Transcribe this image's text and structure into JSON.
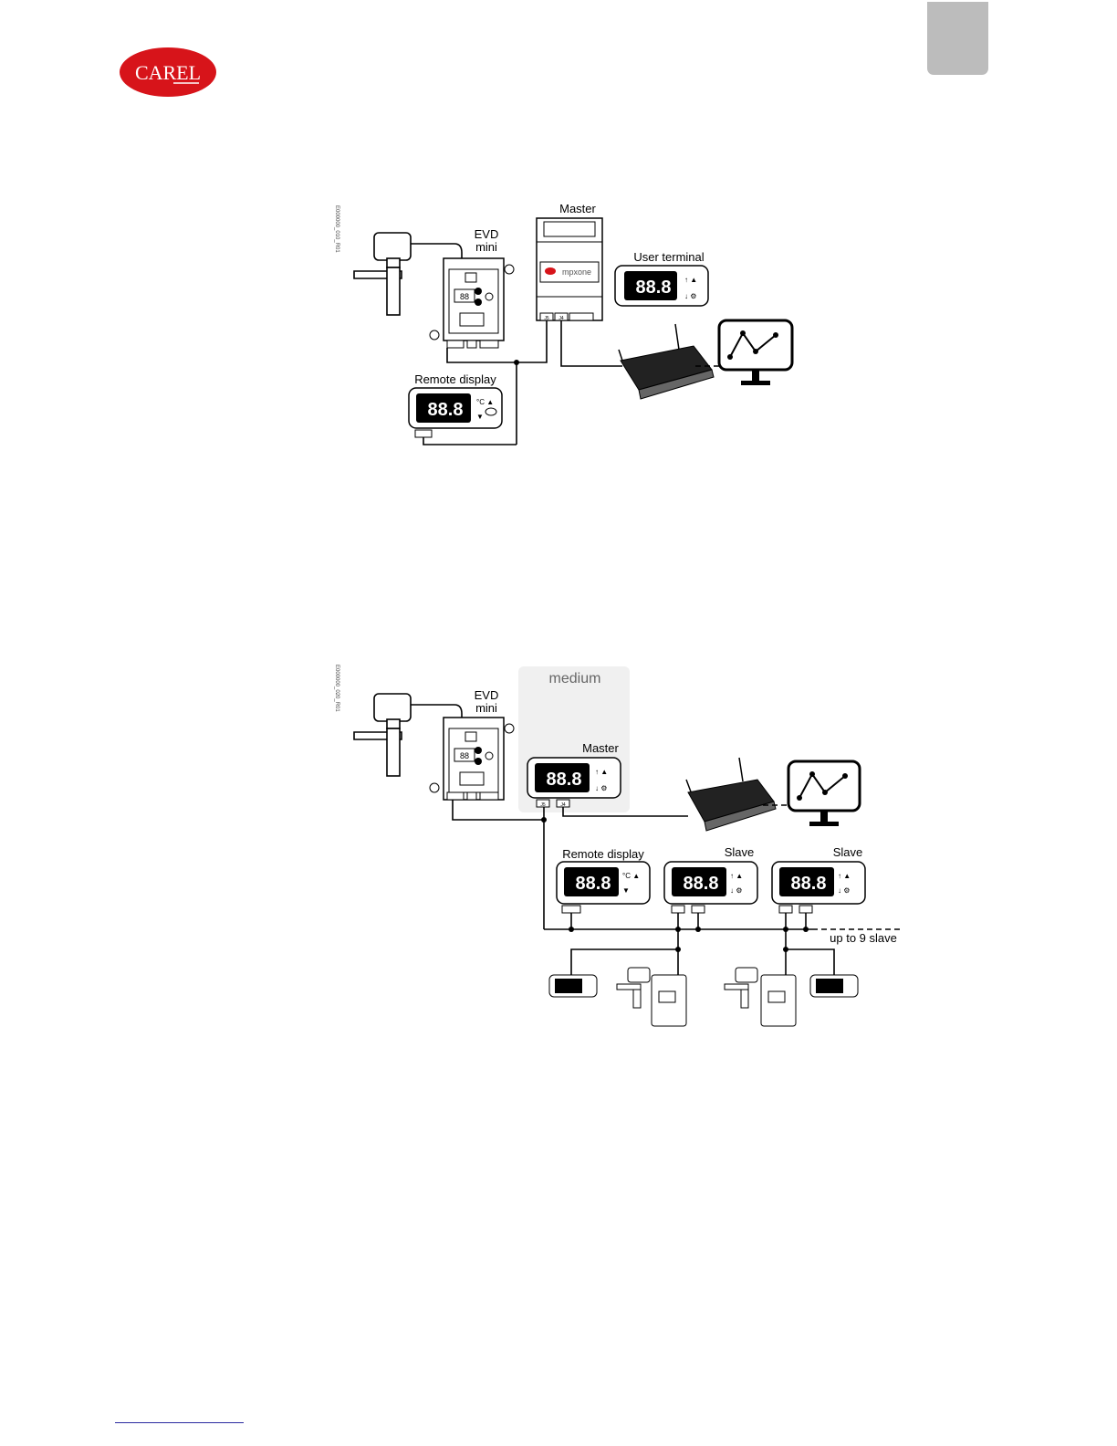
{
  "brand": {
    "logo_text": "CAREL",
    "color": "#d7141a"
  },
  "diagram1": {
    "labels": {
      "master": "Master",
      "evd": "EVD",
      "evd_sub": "mini",
      "user_terminal": "User terminal",
      "remote_display": "Remote display",
      "controller_brand": "mpxone",
      "display_digits": "88.8",
      "evd_digits": "88",
      "j5": "J5",
      "j4": "J4"
    }
  },
  "diagram2": {
    "labels": {
      "medium": "medium",
      "master": "Master",
      "evd": "EVD",
      "evd_sub": "mini",
      "remote_display": "Remote display",
      "slave1": "Slave",
      "slave2": "Slave",
      "up_to": "up to 9 slave",
      "display_digits": "88.8",
      "evd_digits": "88",
      "j5": "J5",
      "j4": "J4"
    }
  }
}
